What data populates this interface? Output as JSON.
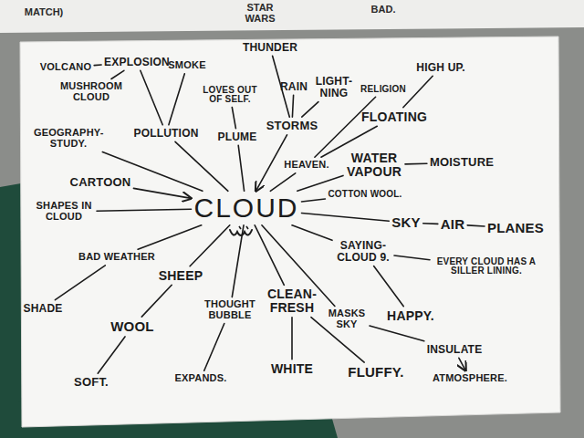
{
  "diagram": {
    "nodes": [
      {
        "text": [
          "CLOUD"
        ]
      },
      {
        "text": [
          "VOLCANO"
        ]
      },
      {
        "text": [
          "EXPLOSION"
        ]
      },
      {
        "text": [
          "MUSHROOM CLOUD"
        ]
      },
      {
        "text": [
          "SMOKE"
        ]
      },
      {
        "text": [
          "POLLUTION"
        ]
      },
      {
        "text": [
          "LOVES OUT OF SELF."
        ]
      },
      {
        "text": [
          "PLUME"
        ]
      },
      {
        "text": [
          "THUNDER"
        ]
      },
      {
        "text": [
          "RAIN"
        ]
      },
      {
        "text": [
          "LIGHT- NING"
        ]
      },
      {
        "text": [
          "RELIGION"
        ]
      },
      {
        "text": [
          "HIGH UP."
        ]
      },
      {
        "text": [
          "STORMS"
        ]
      },
      {
        "text": [
          "FLOATING"
        ]
      },
      {
        "text": [
          "HEAVEN."
        ]
      },
      {
        "text": [
          "WATER VAPOUR"
        ]
      },
      {
        "text": [
          "MOISTURE"
        ]
      },
      {
        "text": [
          "COTTON WOOL."
        ]
      },
      {
        "text": [
          "SKY"
        ]
      },
      {
        "text": [
          "AIR"
        ]
      },
      {
        "text": [
          "PLANES"
        ]
      },
      {
        "text": [
          "SAYING- CLOUD 9."
        ]
      },
      {
        "text": [
          "EVERY CLOUD HAS A SILLER LINING."
        ]
      },
      {
        "text": [
          "HAPPY."
        ]
      },
      {
        "text": [
          "MASKS SKY"
        ]
      },
      {
        "text": [
          "INSULATE"
        ]
      },
      {
        "text": [
          "ATMOSPHERE."
        ]
      },
      {
        "text": [
          "CLEAN-FRESH"
        ]
      },
      {
        "text": [
          "WHITE"
        ]
      },
      {
        "text": [
          "FLUFFY."
        ]
      },
      {
        "text": [
          "THOUGHT BUBBLE"
        ]
      },
      {
        "text": [
          "EXPANDS."
        ]
      },
      {
        "text": [
          "SHEEP"
        ]
      },
      {
        "text": [
          "WOOL"
        ]
      },
      {
        "text": [
          "SOFT."
        ]
      },
      {
        "text": [
          "BAD WEATHER"
        ]
      },
      {
        "text": [
          "SHADE"
        ]
      },
      {
        "text": [
          "SHAPES IN CLOUD"
        ]
      },
      {
        "text": [
          "CARTOON"
        ]
      },
      {
        "text": [
          "GEOGRAPHY- STUDY."
        ]
      }
    ],
    "edges": [
      {
        "from": 1,
        "to": 2,
        "arrow": "none"
      },
      {
        "from": 3,
        "to": 2,
        "arrow": "none"
      },
      {
        "from": 2,
        "to": 5,
        "arrow": "none"
      },
      {
        "from": 4,
        "to": 5,
        "arrow": "none"
      },
      {
        "from": 5,
        "to": 0,
        "arrow": "none"
      },
      {
        "from": 6,
        "to": 7,
        "arrow": "none"
      },
      {
        "from": 7,
        "to": 0,
        "arrow": "none"
      },
      {
        "from": 8,
        "to": 13,
        "arrow": "none"
      },
      {
        "from": 9,
        "to": 13,
        "arrow": "none"
      },
      {
        "from": 10,
        "to": 13,
        "arrow": "none"
      },
      {
        "from": 13,
        "to": 0,
        "arrow": "to"
      },
      {
        "from": 11,
        "to": 15,
        "arrow": "none"
      },
      {
        "from": 14,
        "to": 12,
        "arrow": "none"
      },
      {
        "from": 14,
        "to": 15,
        "arrow": "none"
      },
      {
        "from": 15,
        "to": 0,
        "arrow": "none"
      },
      {
        "from": 16,
        "to": 17,
        "arrow": "none"
      },
      {
        "from": 16,
        "to": 0,
        "arrow": "none"
      },
      {
        "from": 18,
        "to": 0,
        "arrow": "none"
      },
      {
        "from": 0,
        "to": 19,
        "arrow": "none"
      },
      {
        "from": 19,
        "to": 20,
        "arrow": "none"
      },
      {
        "from": 20,
        "to": 21,
        "arrow": "none"
      },
      {
        "from": 0,
        "to": 22,
        "arrow": "none"
      },
      {
        "from": 22,
        "to": 23,
        "arrow": "none"
      },
      {
        "from": 22,
        "to": 24,
        "arrow": "none"
      },
      {
        "from": 0,
        "to": 25,
        "arrow": "none"
      },
      {
        "from": 25,
        "to": 26,
        "arrow": "none"
      },
      {
        "from": 26,
        "to": 27,
        "arrow": "to"
      },
      {
        "from": 0,
        "to": 28,
        "arrow": "none"
      },
      {
        "from": 28,
        "to": 29,
        "arrow": "none"
      },
      {
        "from": 28,
        "to": 30,
        "arrow": "none"
      },
      {
        "from": 0,
        "to": 31,
        "arrow": "none"
      },
      {
        "from": 31,
        "to": 32,
        "arrow": "none"
      },
      {
        "from": 0,
        "to": 33,
        "arrow": "none"
      },
      {
        "from": 33,
        "to": 34,
        "arrow": "none"
      },
      {
        "from": 34,
        "to": 35,
        "arrow": "none"
      },
      {
        "from": 0,
        "to": 36,
        "arrow": "none"
      },
      {
        "from": 36,
        "to": 37,
        "arrow": "none"
      },
      {
        "from": 38,
        "to": 0,
        "arrow": "none"
      },
      {
        "from": 39,
        "to": 0,
        "arrow": "to"
      },
      {
        "from": 40,
        "to": 0,
        "arrow": "none"
      }
    ],
    "labels": [
      "MATCH)",
      "STAR WARS",
      "BAD."
    ]
  }
}
